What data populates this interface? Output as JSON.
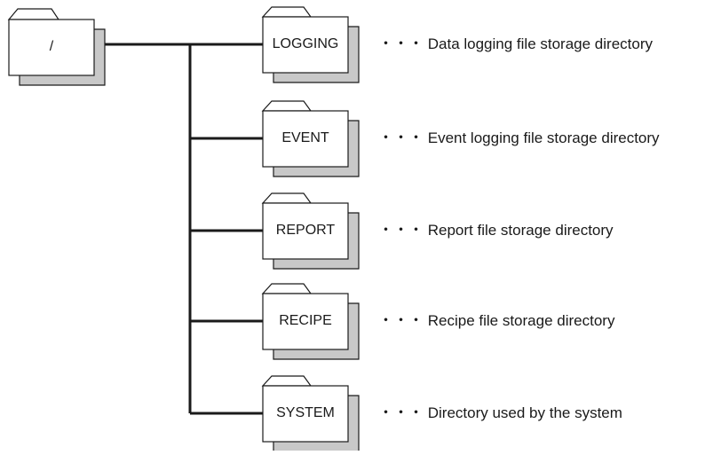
{
  "root": {
    "label": "/"
  },
  "directories": [
    {
      "name": "LOGGING",
      "description": "Data logging file storage directory"
    },
    {
      "name": "EVENT",
      "description": "Event logging file storage directory"
    },
    {
      "name": "REPORT",
      "description": "Report file storage directory"
    },
    {
      "name": "RECIPE",
      "description": "Recipe file storage directory"
    },
    {
      "name": "SYSTEM",
      "description": "Directory used by the system"
    }
  ],
  "separator": "・・・",
  "colors": {
    "line": "#1a1a1a",
    "folder_fill": "#ffffff",
    "folder_shadow": "#c8c8c8"
  }
}
